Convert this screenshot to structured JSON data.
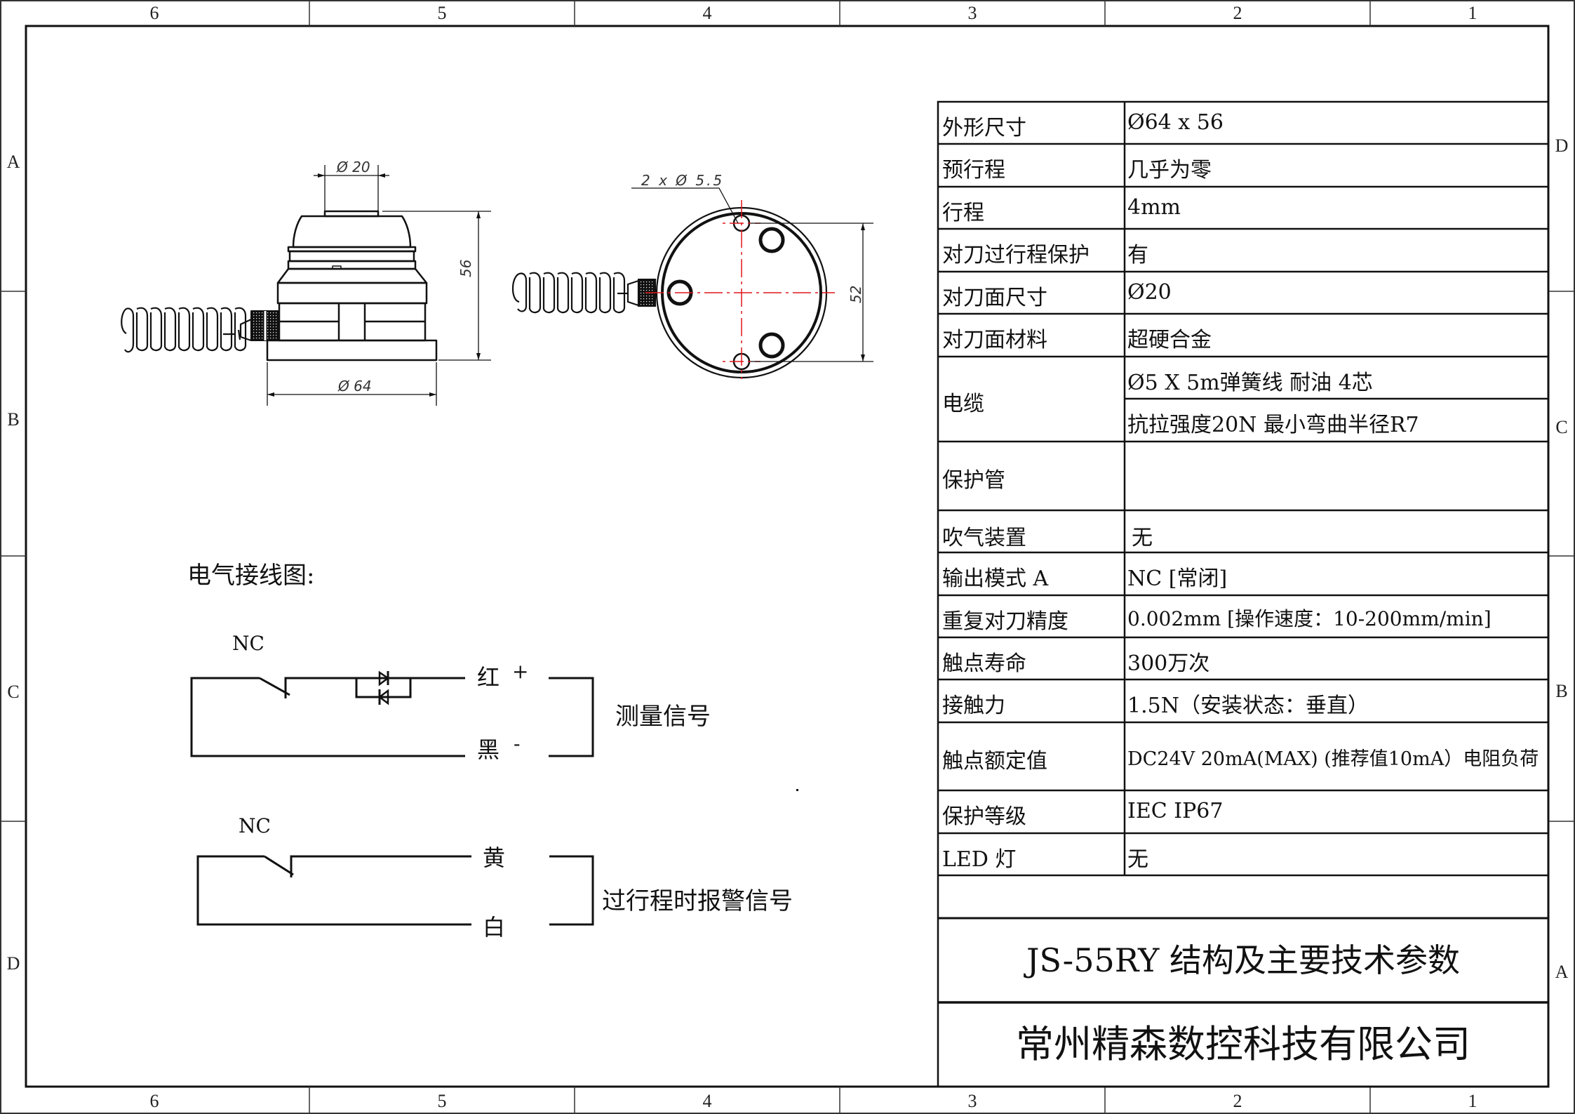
{
  "frame": {
    "columns": [
      "6",
      "5",
      "4",
      "3",
      "2",
      "1"
    ],
    "rows_left": [
      "A",
      "B",
      "C",
      "D"
    ],
    "rows_right": [
      "D",
      "C",
      "B",
      "A"
    ]
  },
  "drawing": {
    "side_view": {
      "top_dia": "Ø 20",
      "height": "56",
      "base_dia": "Ø 64"
    },
    "top_view": {
      "holes": "2 x Ø 5.5",
      "hole_spacing": "52"
    },
    "colors": {
      "line": "#111111",
      "centerline": "#e0161b"
    }
  },
  "wiring": {
    "title": "电气接线图:",
    "circuit1": {
      "mode": "NC",
      "wire_pos": "红",
      "pos_sign": "+",
      "wire_neg": "黑",
      "neg_sign": "-",
      "signal": "测量信号"
    },
    "circuit2": {
      "mode": "NC",
      "wire_a": "黄",
      "wire_b": "白",
      "signal": "过行程时报警信号"
    }
  },
  "spec_table": {
    "rows": [
      {
        "label": "外形尺寸",
        "value": "Ø64 x 56"
      },
      {
        "label": "预行程",
        "value": "几乎为零"
      },
      {
        "label": "行程",
        "value": "4mm"
      },
      {
        "label": "对刀过行程保护",
        "value": "有"
      },
      {
        "label": "对刀面尺寸",
        "value": "Ø20"
      },
      {
        "label": "对刀面材料",
        "value": "超硬合金"
      },
      {
        "label": "电缆",
        "value": "Ø5 X 5m弹簧线 耐油 4芯",
        "value2": "抗拉强度20N 最小弯曲半径R7"
      },
      {
        "label": "保护管",
        "value": ""
      },
      {
        "label": "吹气装置",
        "value": "无"
      },
      {
        "label": "输出模式 A",
        "value": "NC [常闭]"
      },
      {
        "label": "重复对刀精度",
        "value": "0.002mm [操作速度：10-200mm/min]"
      },
      {
        "label": "触点寿命",
        "value": "300万次"
      },
      {
        "label": "接触力",
        "value": "1.5N（安装状态：垂直）"
      },
      {
        "label": "触点额定值",
        "value": "DC24V 20mA(MAX) (推荐值10mA）电阻负荷"
      },
      {
        "label": "保护等级",
        "value": "IEC IP67"
      },
      {
        "label": "LED 灯",
        "value": "无"
      }
    ]
  },
  "title_block": {
    "drawing_title": "JS-55RY 结构及主要技术参数",
    "company": "常州精森数控科技有限公司"
  }
}
